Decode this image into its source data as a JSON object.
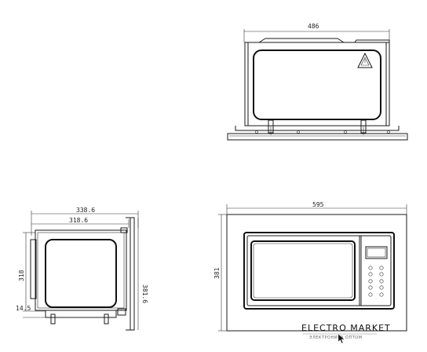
{
  "dimensions": {
    "top_width": "486",
    "side_outer_width": "338.6",
    "side_inner_width": "318.6",
    "side_height": "381.6",
    "side_inner_height": "318",
    "side_bottom_offset": "14.5",
    "front_width": "595",
    "front_height": "381"
  },
  "watermark": {
    "title": "ELECTRO MARKET",
    "subtitle": "ЭЛЕКТРОНИКА ОПТОМ"
  }
}
